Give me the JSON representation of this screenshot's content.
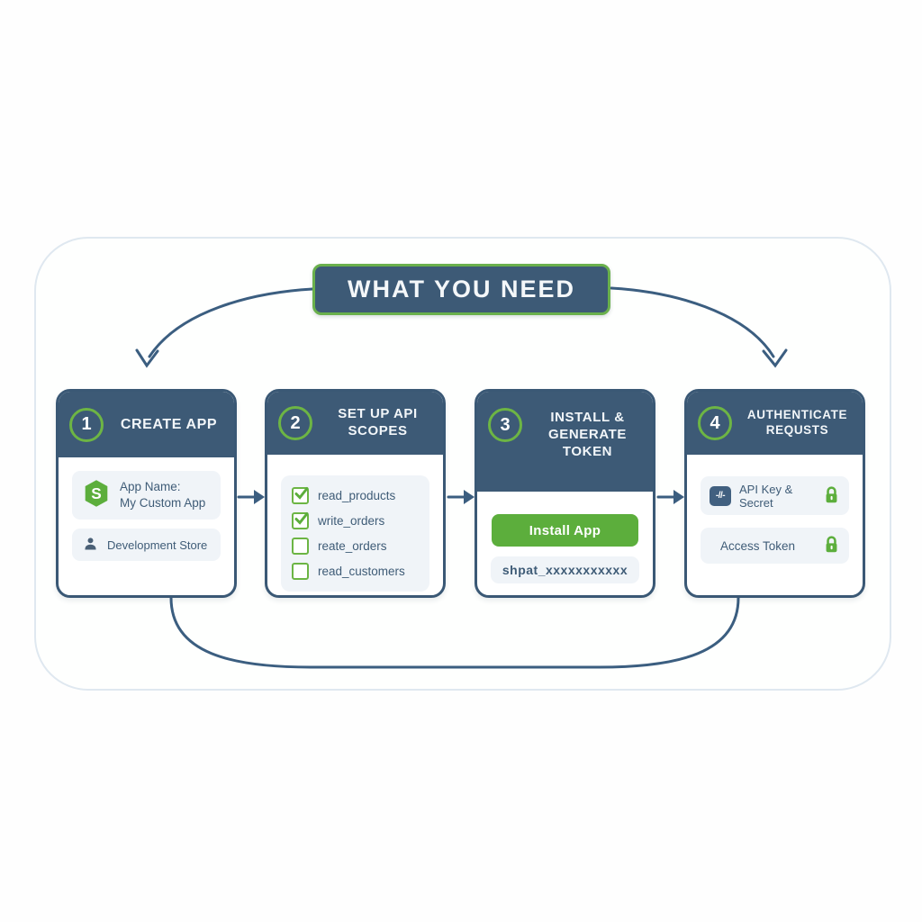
{
  "banner": {
    "title": "WHAT YOU NEED"
  },
  "colors": {
    "slate_header": "#3d5a76",
    "card_border": "#3a5875",
    "green_accent": "#6cb544",
    "button_green": "#5cae3c",
    "row_bg": "#f0f4f8",
    "outline_border": "#dfe8f0",
    "arrow": "#3b5e80",
    "text": "#3f5c77"
  },
  "steps": [
    {
      "number": "1",
      "title": "CREATE APP",
      "app_name_label": "App Name:",
      "app_name_value": "My Custom App",
      "store_label": "Development Store"
    },
    {
      "number": "2",
      "title": "SET UP API SCOPES",
      "scopes": [
        {
          "label": "read_products",
          "checked": true
        },
        {
          "label": "write_orders",
          "checked": true
        },
        {
          "label": "reate_orders",
          "checked": false
        },
        {
          "label": "read_customers",
          "checked": false
        }
      ]
    },
    {
      "number": "3",
      "title": "INSTALL & GENERATE TOKEN",
      "button_label": "Install App",
      "token_value": "shpat_xxxxxxxxxxx"
    },
    {
      "number": "4",
      "title": "AUTHENTICATE REQUSTS",
      "rows": [
        {
          "label": "API Key & Secret",
          "icon_glyph": "-//-",
          "locked": true
        },
        {
          "label": "Access Token",
          "locked": true
        }
      ]
    }
  ],
  "icons": {
    "app_badge": "s-hexagon-badge-icon",
    "store": "person-icon",
    "api": "code-chip-icon",
    "lock": "lock-icon"
  }
}
